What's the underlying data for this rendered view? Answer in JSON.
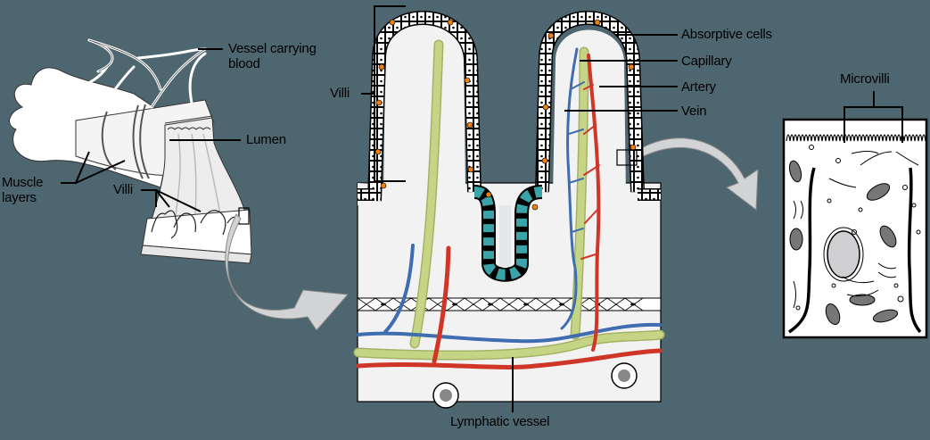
{
  "diagram": {
    "background_color": "#4d6670",
    "colors": {
      "artery": "#d03628",
      "vein": "#3e6db0",
      "lymphatic": "#c6d585",
      "lymphatic_stroke": "#a4b266",
      "nucleus_orange": "#f07f0e",
      "crypt_cell_teal": "#3aa3a8",
      "tissue": "#f2f2f2",
      "arrow": "#d2d3d5"
    },
    "panels": [
      {
        "id": "small-intestine",
        "description": "Section of small intestine with blood vessels, muscle layers and villi"
      },
      {
        "id": "villi-cross-section",
        "description": "Magnified view of two villi with capillary, artery, vein and lymphatic vessel"
      },
      {
        "id": "absorptive-cell",
        "description": "Magnified absorptive epithelial cell with microvilli"
      }
    ],
    "labels": {
      "vessel_carrying_blood": "Vessel carrying\nblood",
      "lumen": "Lumen",
      "muscle_layers": "Muscle\nlayers",
      "villi_left": "Villi",
      "villi_center": "Villi",
      "absorptive_cells": "Absorptive cells",
      "capillary": "Capillary",
      "artery": "Artery",
      "vein": "Vein",
      "lymphatic_vessel": "Lymphatic vessel",
      "microvilli": "Microvilli"
    }
  }
}
